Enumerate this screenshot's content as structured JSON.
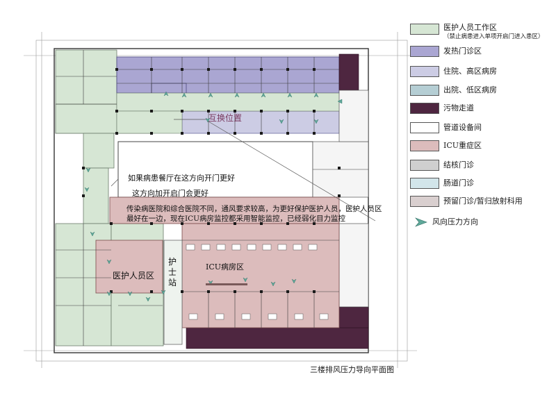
{
  "legend": {
    "items": [
      {
        "label": "医护人员工作区",
        "sub": "（禁止病患进入单项开启门进入患区）",
        "color": "#d6e6d4"
      },
      {
        "label": "发热门诊区",
        "color": "#aaa6d2"
      },
      {
        "label": "住院、高区病房",
        "color": "#cccce4"
      },
      {
        "label": "出院、低区病房",
        "color": "#b5ced4"
      },
      {
        "label": "污物走道",
        "color": "#4e2640"
      },
      {
        "label": "管道设备间",
        "color": "#ffffff"
      },
      {
        "label": "ICU重症区",
        "color": "#dcbcbc"
      },
      {
        "label": "结核门诊",
        "color": "#cfcfcf"
      },
      {
        "label": "肠道门诊",
        "color": "#d2e5ea"
      },
      {
        "label": "预留门诊/暂归放射科用",
        "color": "#d9cfcf"
      }
    ],
    "wind_label": "风向压力方向",
    "wind_color": "#5fa89a"
  },
  "annotations": {
    "swap": "互换位置",
    "note1": "如果病患餐厅在这方向开门更好",
    "note2": "这方向加开启门会更好",
    "note3_line1": "传染病医院和综合医院不同，通风要求较高，为更好保护医护人员，医护人员区",
    "note3_line2": "最好在一边，现在ICU病房监控都采用智能监控，已经弱化目力监控"
  },
  "zones": {
    "staff": "医护人员区",
    "nurse": "护士站",
    "icu": "ICU病房区"
  },
  "caption": "三楼排风压力导向平面图"
}
